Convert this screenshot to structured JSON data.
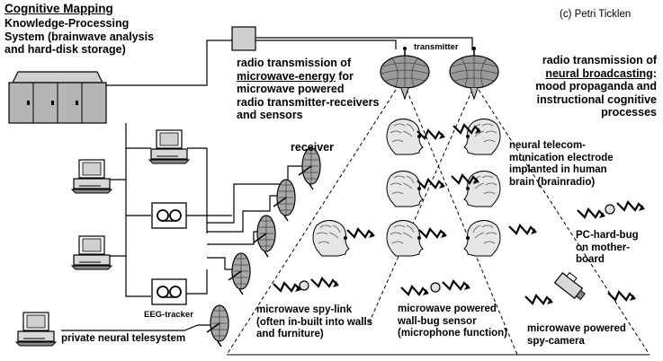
{
  "title": "Cognitive Mapping",
  "system_label": "Knowledge-Processing\nSystem (brainwave analysis\nand hard-disk storage)",
  "copyright": "(c) Petri Ticklen",
  "transmitter_label": "transmitter",
  "receiver_label": "receiver",
  "left_radio": {
    "before": "radio transmission of\n",
    "emphasis": "microwave-energy",
    "after": " for\nmicrowave powered\nradio transmitter-receivers\nand sensors"
  },
  "right_radio": {
    "before": "radio transmission of\n",
    "emphasis": "neural broadcasting",
    "after": ":\nmood propaganda and\ninstructional cognitive\nprocesses"
  },
  "electrode_label": "neural telecom-\nmunication electrode\nimplanted in human\nbrain (brainradio)",
  "pc_bug_label": "PC-hard-bug\non mother-\nboard",
  "eeg_label": "EEG-tracker",
  "telesystem_label": "private neural telesystem",
  "spy_link_label": "microwave spy-link\n(often in-built into walls\nand furniture)",
  "wall_bug_label": "microwave powered\nwall-bug sensor\n(microphone function)",
  "spy_camera_label": "microwave powered\nspy-camera",
  "icons": [
    "mainframe-icon",
    "computer-icon",
    "tape-recorder-icon",
    "dish-antenna-icon",
    "human-head-icon",
    "lightning-bolt-icon",
    "camera-icon",
    "relay-box-icon"
  ]
}
